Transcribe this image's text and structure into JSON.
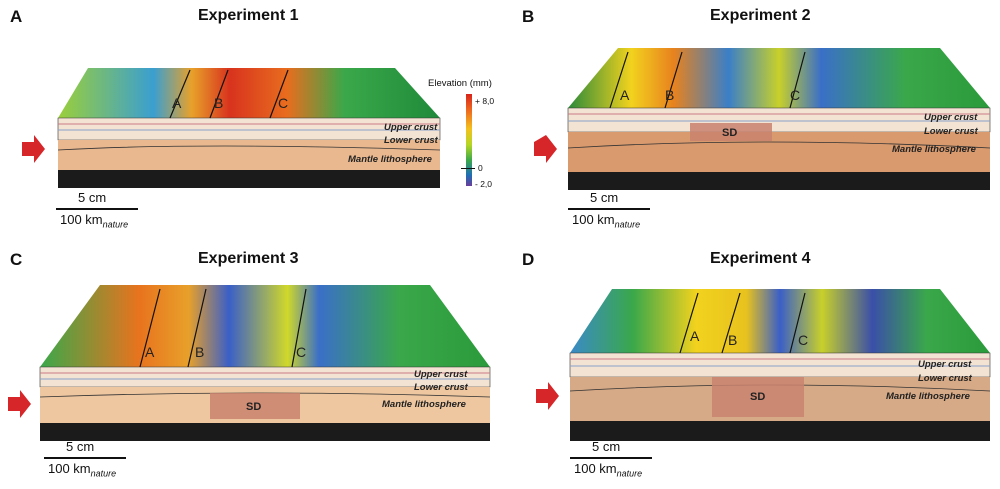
{
  "panels": [
    {
      "letter": "A",
      "title": "Experiment 1",
      "faults": [
        "A",
        "B",
        "C"
      ],
      "sd": ""
    },
    {
      "letter": "B",
      "title": "Experiment 2",
      "faults": [
        "A",
        "B",
        "C"
      ],
      "sd": "SD"
    },
    {
      "letter": "C",
      "title": "Experiment 3",
      "faults": [
        "A",
        "B",
        "C"
      ],
      "sd": "SD"
    },
    {
      "letter": "D",
      "title": "Experiment 4",
      "faults": [
        "A",
        "B",
        "C"
      ],
      "sd": "SD"
    }
  ],
  "layers": {
    "upper": "Upper crust",
    "lower": "Lower crust",
    "mantle": "Mantle lithosphere"
  },
  "scale": {
    "cm": "5 cm",
    "km": "100 km",
    "km_sub": "nature"
  },
  "legend": {
    "title": "Elevation (mm)",
    "max": "+ 8,0",
    "zero": "0",
    "min": "- 2,0"
  },
  "colors": {
    "arrow": "#d7262a",
    "mantle": "#e9b88f",
    "crust": "#f2e3d3",
    "base": "#1b1b1b",
    "sd": "#c9826f"
  }
}
